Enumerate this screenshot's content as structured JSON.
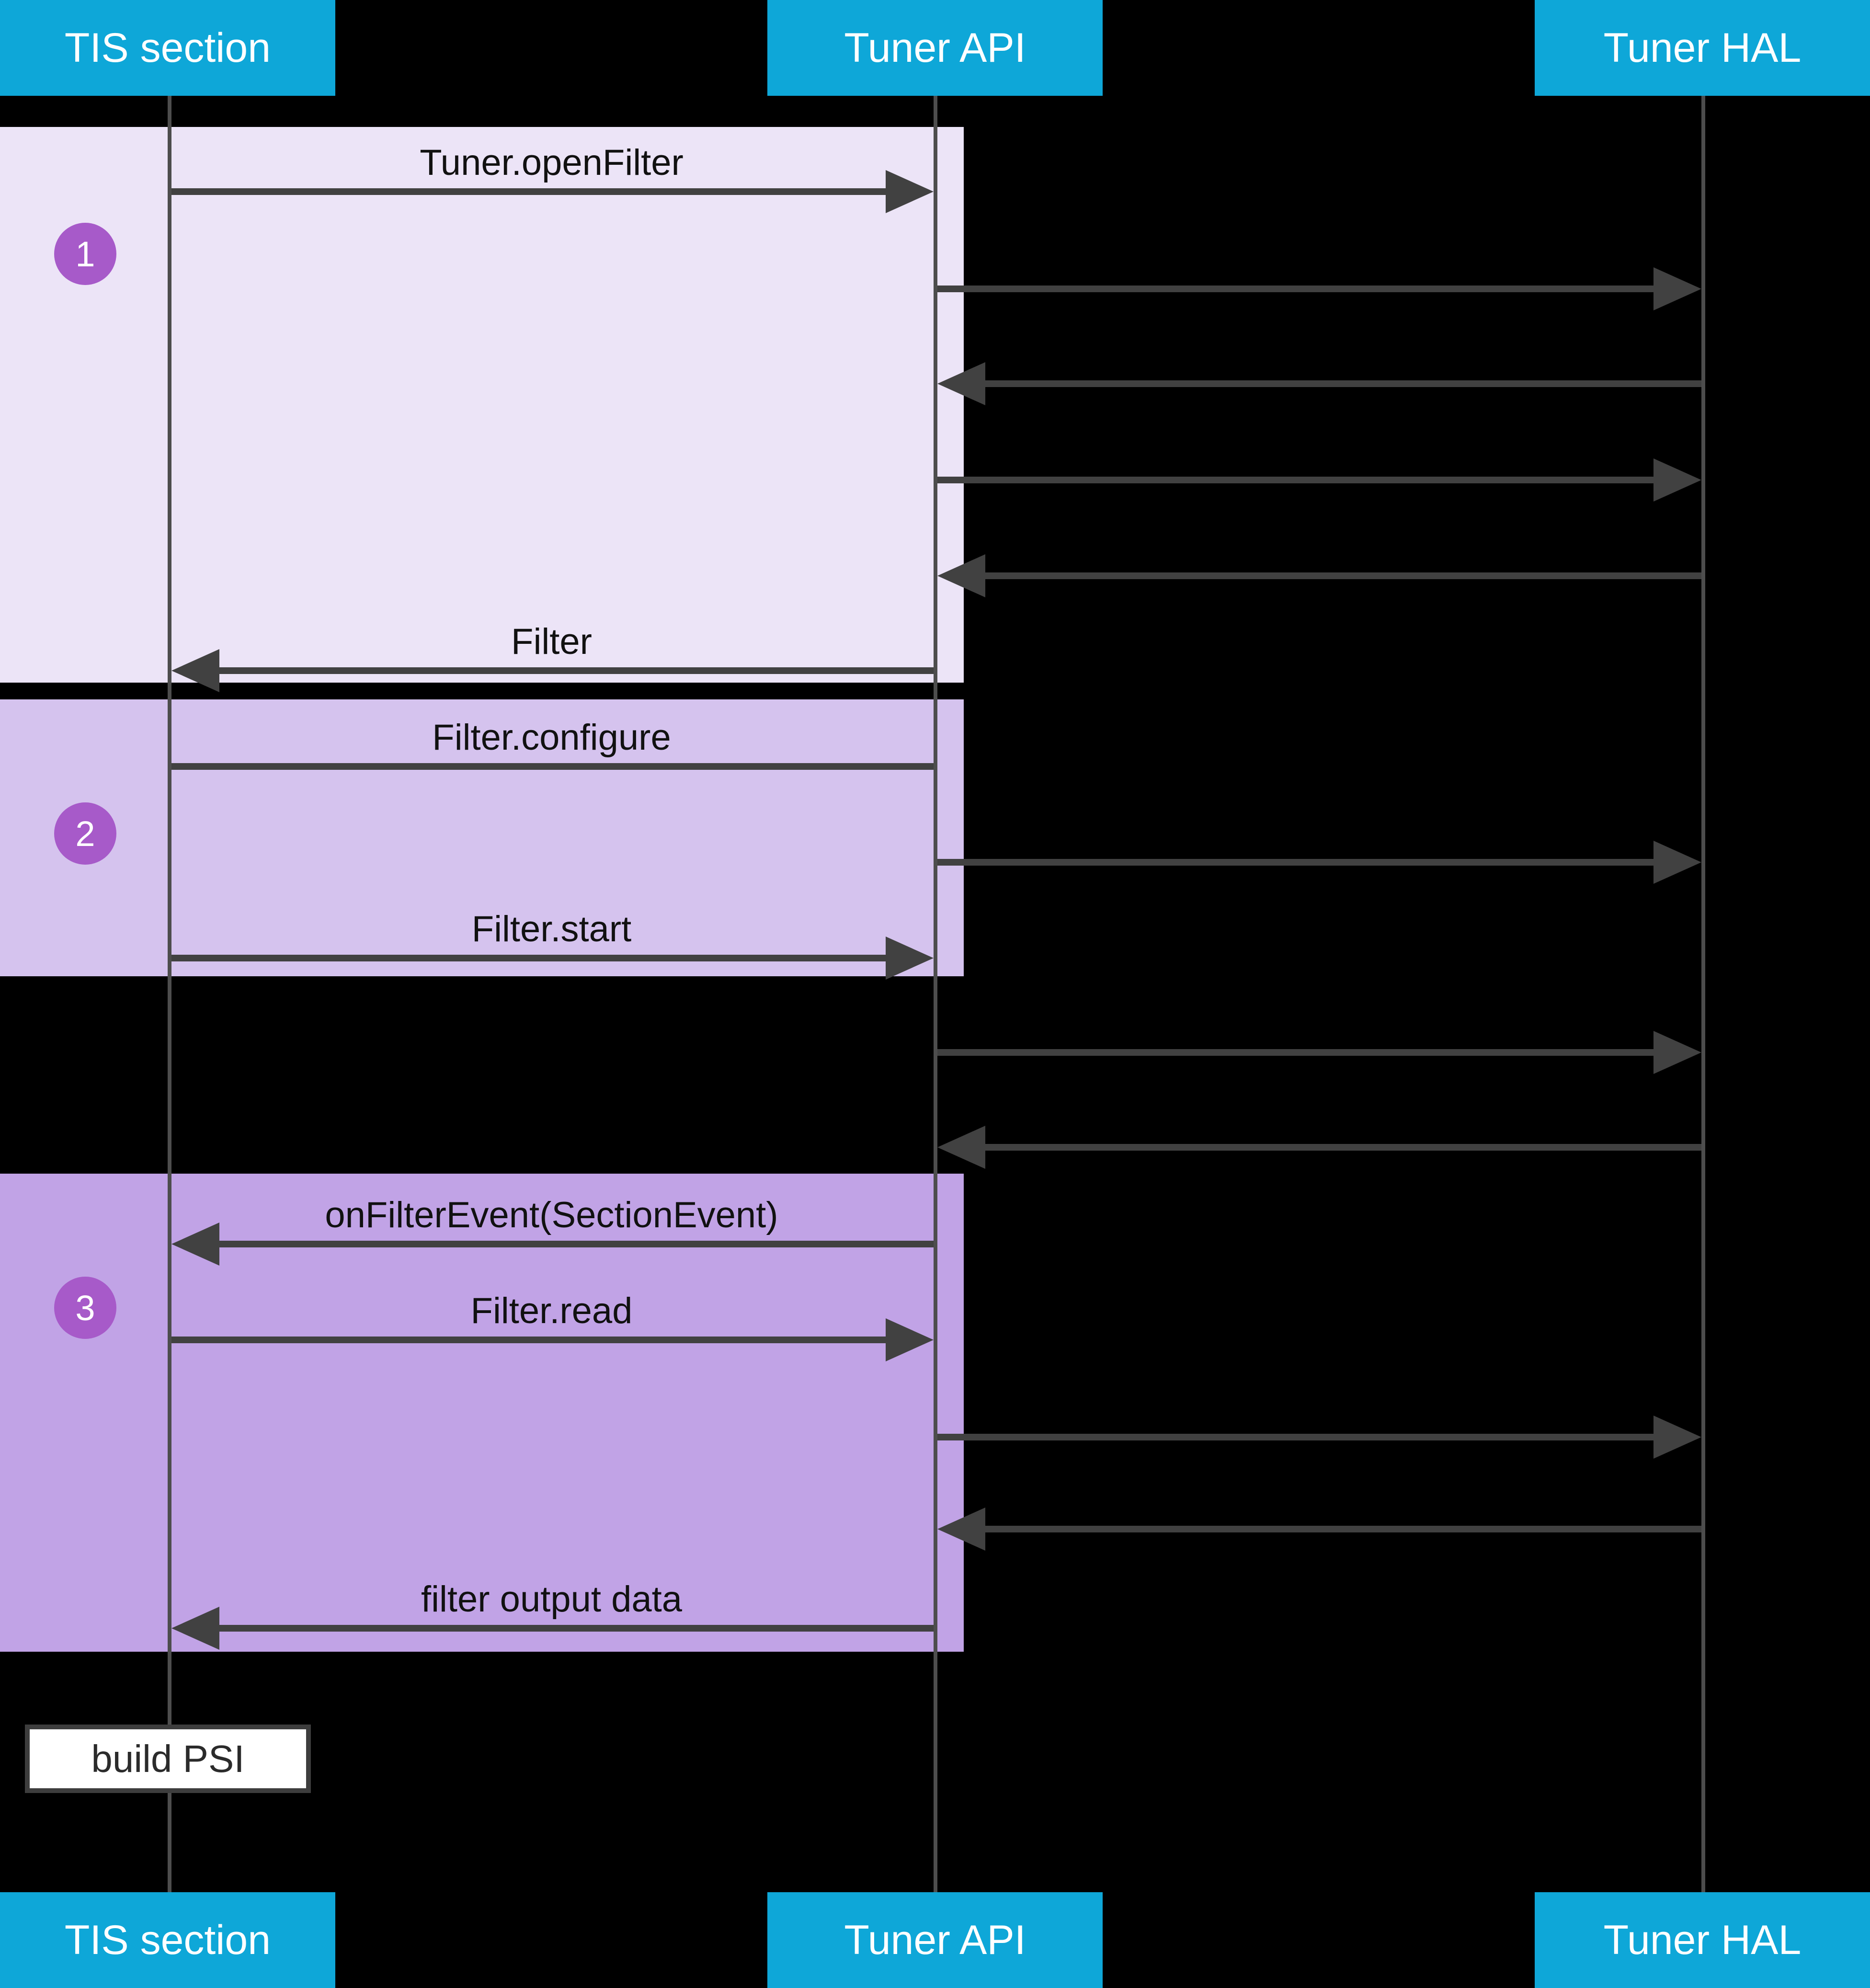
{
  "participants": [
    {
      "label": "TIS section"
    },
    {
      "label": "Tuner API"
    },
    {
      "label": "Tuner HAL"
    }
  ],
  "steps": [
    {
      "number": "1"
    },
    {
      "number": "2"
    },
    {
      "number": "3"
    }
  ],
  "messages": {
    "tuner_open_filter": "Tuner.openFilter",
    "filter_return": "Filter",
    "filter_configure": "Filter.configure",
    "filter_start": "Filter.start",
    "on_filter_event": "onFilterEvent(SectionEvent)",
    "filter_read": "Filter.read",
    "filter_output_data": "filter output data"
  },
  "note": {
    "label": "build PSI"
  },
  "colors": {
    "background": "#000000",
    "participant_header": "#0ea7d8",
    "step1_box": "#ece4f7",
    "step2_box": "#d5c3ee",
    "step3_box": "#c1a3e6",
    "step_circle": "#a75ac9",
    "arrow": "#414141",
    "lifeline": "#4d4d4d",
    "note_background": "#ffffff",
    "note_border": "#3d3d3d"
  }
}
